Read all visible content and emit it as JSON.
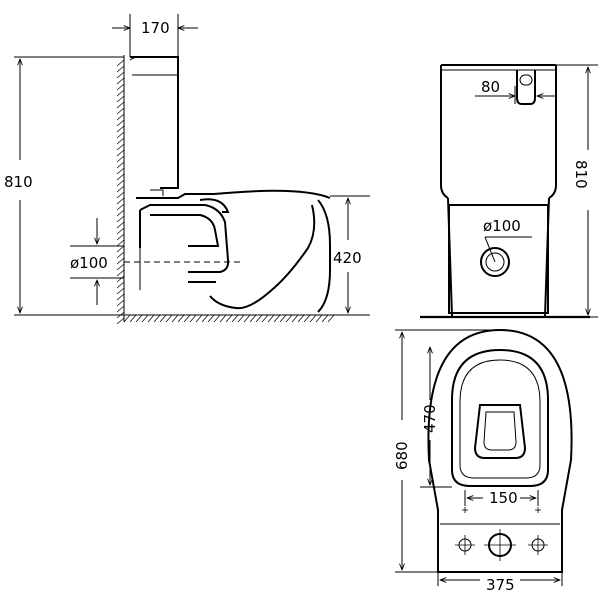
{
  "dimensions": {
    "side_tank_depth": "170",
    "side_total_height": "810",
    "side_outlet_diameter": "ø100",
    "side_seat_height": "420",
    "front_tank_button_offset": "80",
    "front_total_height": "810",
    "front_outlet_diameter": "ø100",
    "top_total_length": "680",
    "top_seat_length": "470",
    "top_bolt_spacing": "150",
    "top_width": "375"
  }
}
